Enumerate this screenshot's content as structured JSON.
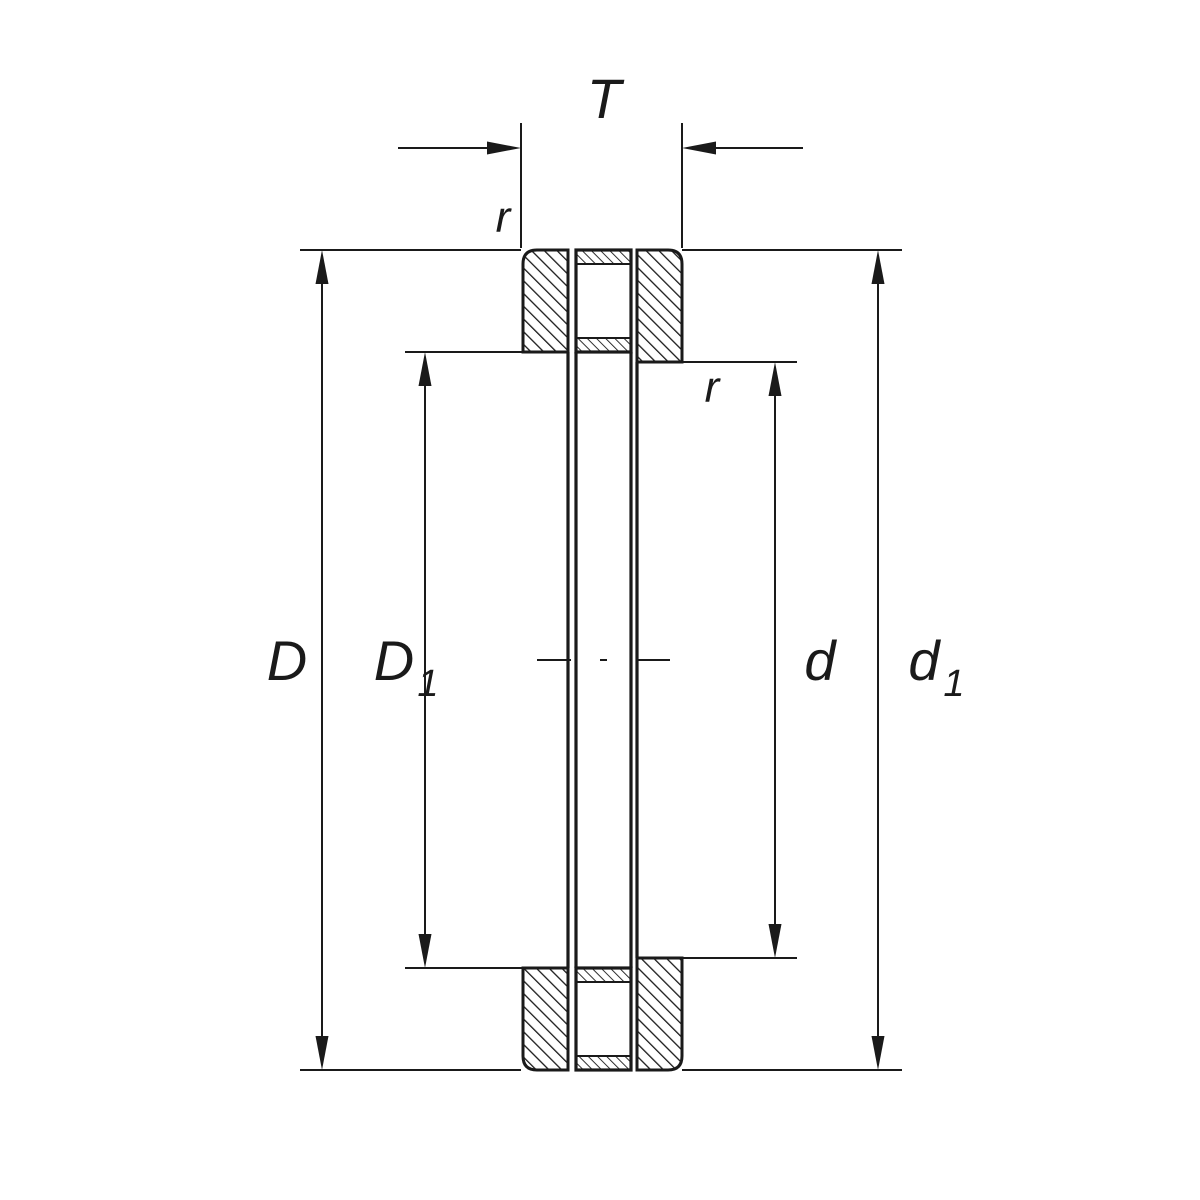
{
  "drawing": {
    "colors": {
      "line": "#1a1a1a",
      "background": "#ffffff"
    },
    "labels": {
      "width": "T",
      "corner_radius_top": "r",
      "corner_radius_inner": "r",
      "outer_diameter": "D",
      "housing_washer_bore": "D",
      "housing_washer_bore_sub": "1",
      "bore_diameter": "d",
      "shaft_washer_outside": "d",
      "shaft_washer_outside_sub": "1"
    }
  }
}
